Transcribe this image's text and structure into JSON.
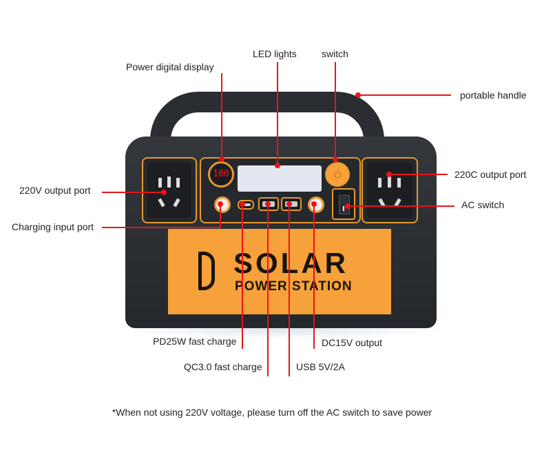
{
  "callouts": {
    "power_display": "Power digital display",
    "led_lights": "LED lights",
    "switch": "switch",
    "portable_handle": "portable handle",
    "output_220v": "220V output port",
    "output_220c": "220C output port",
    "ac_switch": "AC switch",
    "charging_input": "Charging input port",
    "pd25w": "PD25W fast charge",
    "qc30": "QC3.0 fast charge",
    "usb": "USB 5V/2A",
    "dc15v": "DC15V output"
  },
  "device": {
    "display_value": "100",
    "brand_line1": "SOLAR",
    "brand_line2": "POWER STATION",
    "colors": {
      "body": "#2a2d32",
      "accent": "#f7a13a",
      "callout": "#e8141b"
    }
  },
  "footnote": "*When not using 220V voltage, please turn off the AC switch to save power"
}
